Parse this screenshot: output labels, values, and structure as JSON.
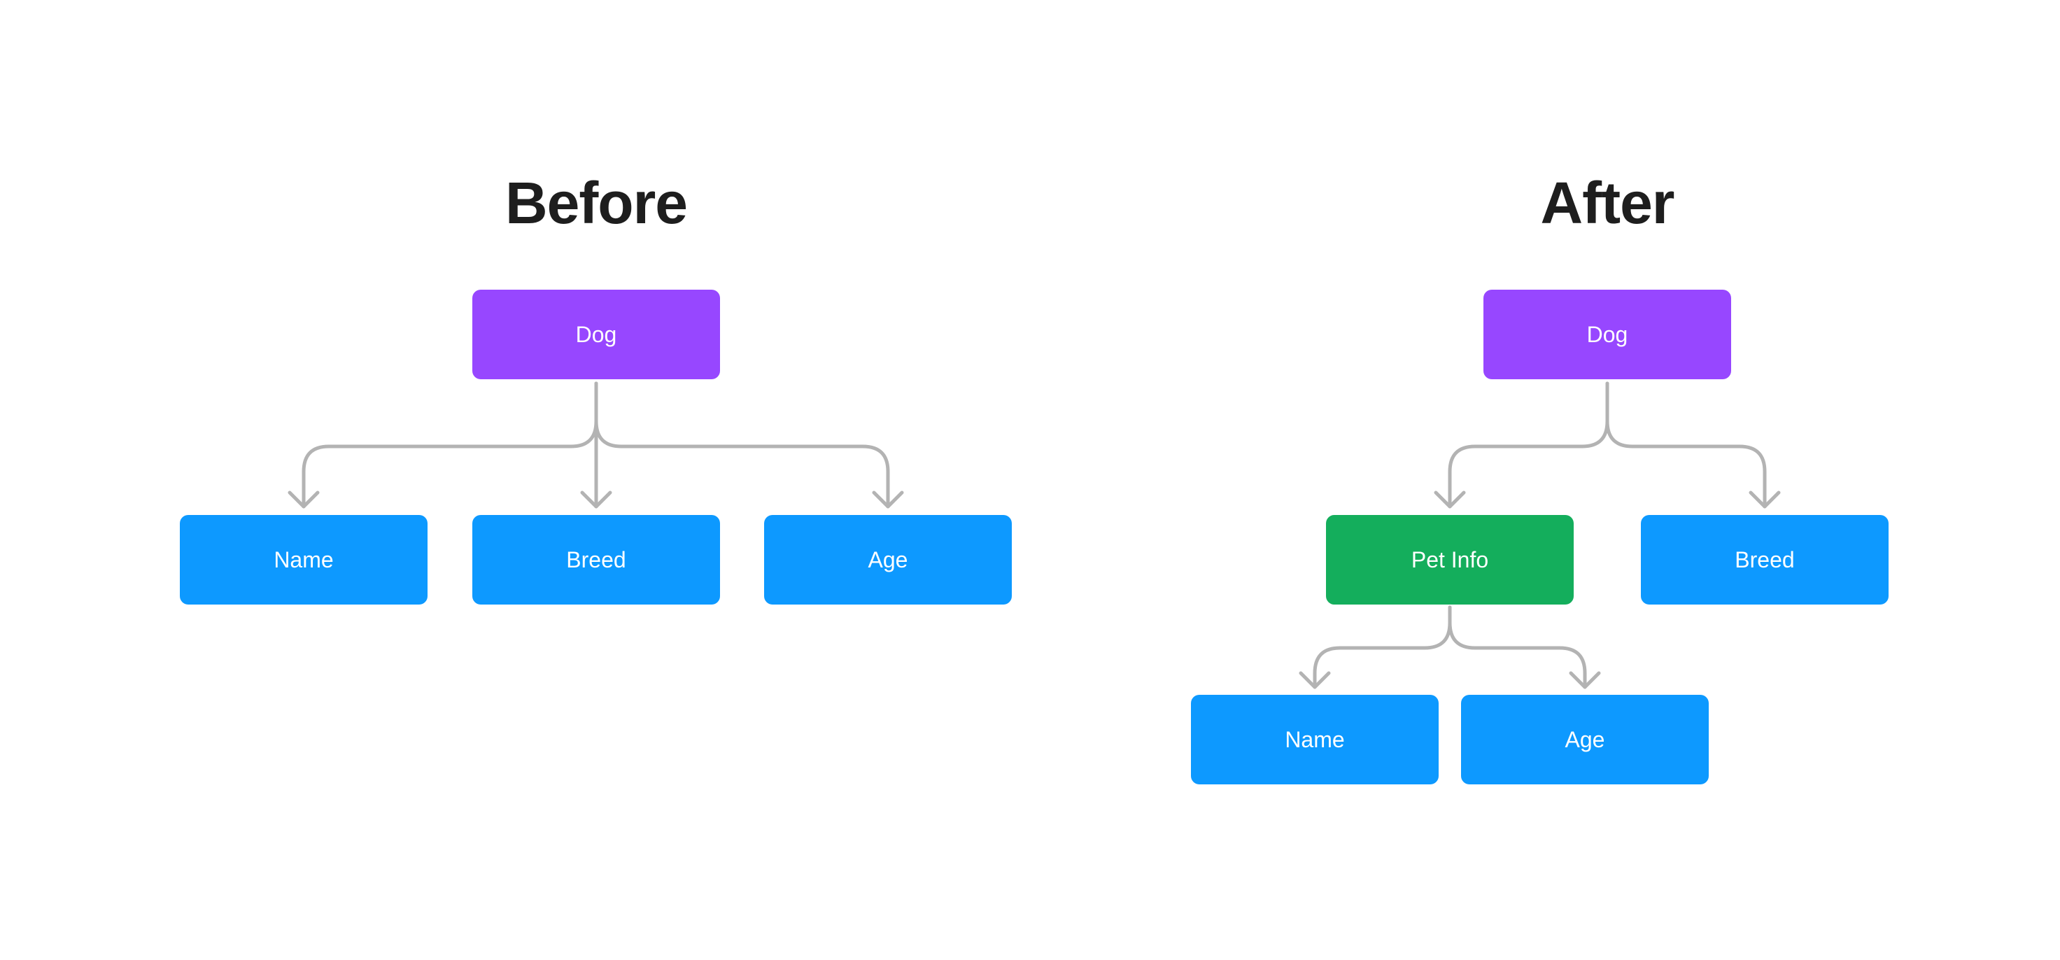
{
  "colors": {
    "heading": "#1e1e1e",
    "root": "#9747ff",
    "leaf": "#0d99ff",
    "group": "#14ae5c",
    "connector": "#b3b3b3",
    "label": "#ffffff"
  },
  "before": {
    "title": "Before",
    "root": {
      "label": "Dog",
      "role": "root"
    },
    "children": [
      {
        "label": "Name",
        "role": "leaf"
      },
      {
        "label": "Breed",
        "role": "leaf"
      },
      {
        "label": "Age",
        "role": "leaf"
      }
    ]
  },
  "after": {
    "title": "After",
    "root": {
      "label": "Dog",
      "role": "root"
    },
    "children": [
      {
        "label": "Pet Info",
        "role": "group"
      },
      {
        "label": "Breed",
        "role": "leaf"
      }
    ],
    "grandchildren": [
      {
        "label": "Name",
        "role": "leaf"
      },
      {
        "label": "Age",
        "role": "leaf"
      }
    ]
  }
}
